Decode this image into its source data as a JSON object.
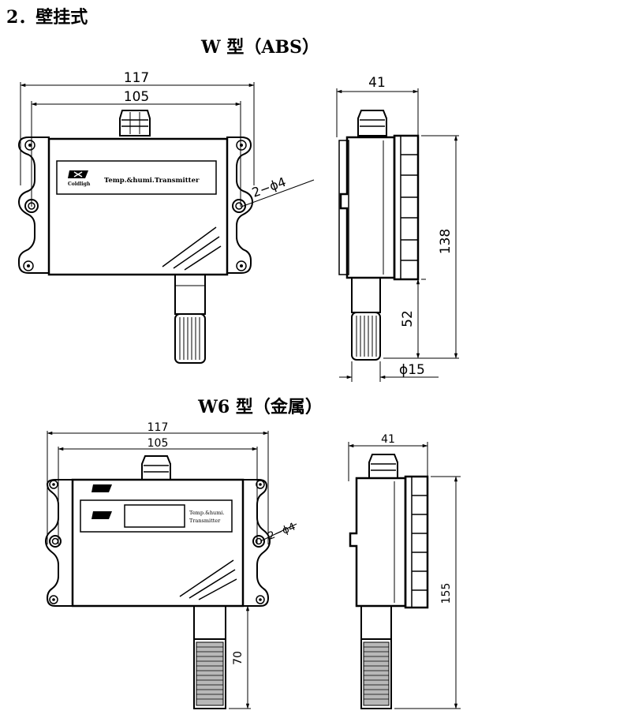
{
  "section_heading": "2．壁挂式",
  "model_abs": {
    "title": "W 型（ABS）",
    "front": {
      "dim_overall_width": "117",
      "dim_hole_spacing": "105",
      "dim_holes": "2−ϕ4",
      "brand": "Coldligh",
      "label": "Temp.&humi.Transmitter"
    },
    "side": {
      "dim_depth": "41",
      "dim_height": "138",
      "dim_probe_length": "52",
      "dim_probe_diameter": "ϕ15"
    }
  },
  "model_metal": {
    "title": "W6 型（金属）",
    "front": {
      "dim_overall_width": "117",
      "dim_hole_spacing": "105",
      "dim_holes": "2−ϕ4",
      "label_line1": "Temp.&humi.",
      "label_line2": "Transmitter"
    },
    "side": {
      "dim_depth": "41",
      "dim_height": "155",
      "dim_probe_length": "70"
    }
  }
}
